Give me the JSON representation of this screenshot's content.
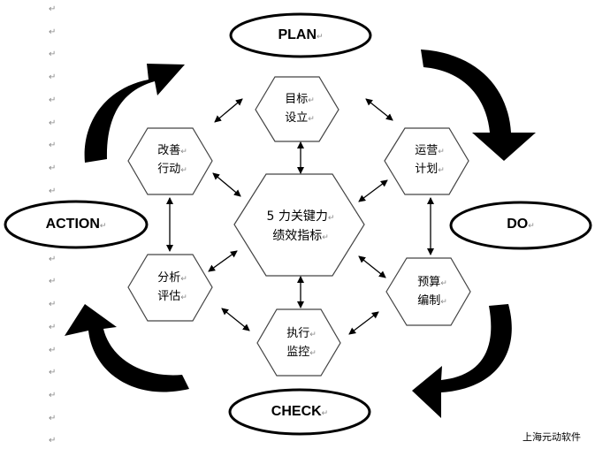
{
  "diagram": {
    "title": "PDCA performance management cycle",
    "paragraph_mark": "↵",
    "cycle_stages": [
      {
        "id": "plan",
        "label": "PLAN"
      },
      {
        "id": "do",
        "label": "DO"
      },
      {
        "id": "check",
        "label": "CHECK"
      },
      {
        "id": "action",
        "label": "ACTION"
      }
    ],
    "center_node": {
      "line1": "5 力关键力",
      "line2": "绩效指标"
    },
    "nodes": [
      {
        "id": "goal-setting",
        "line1": "目标",
        "line2": "设立"
      },
      {
        "id": "operations-plan",
        "line1": "运营",
        "line2": "计划"
      },
      {
        "id": "budgeting",
        "line1": "预算",
        "line2": "编制"
      },
      {
        "id": "execution-monitoring",
        "line1": "执行",
        "line2": "监控"
      },
      {
        "id": "analysis-evaluation",
        "line1": "分析",
        "line2": "评估"
      },
      {
        "id": "improvement-action",
        "line1": "改善",
        "line2": "行动"
      }
    ],
    "connections": [
      {
        "from": "goal-setting",
        "to": "center",
        "type": "bidirectional"
      },
      {
        "from": "operations-plan",
        "to": "center",
        "type": "bidirectional"
      },
      {
        "from": "budgeting",
        "to": "center",
        "type": "bidirectional"
      },
      {
        "from": "execution-monitoring",
        "to": "center",
        "type": "bidirectional"
      },
      {
        "from": "analysis-evaluation",
        "to": "center",
        "type": "bidirectional"
      },
      {
        "from": "improvement-action",
        "to": "center",
        "type": "bidirectional"
      },
      {
        "from": "goal-setting",
        "to": "operations-plan",
        "type": "bidirectional"
      },
      {
        "from": "operations-plan",
        "to": "budgeting",
        "type": "bidirectional"
      },
      {
        "from": "budgeting",
        "to": "execution-monitoring",
        "type": "bidirectional"
      },
      {
        "from": "execution-monitoring",
        "to": "analysis-evaluation",
        "type": "bidirectional"
      },
      {
        "from": "analysis-evaluation",
        "to": "improvement-action",
        "type": "bidirectional"
      },
      {
        "from": "improvement-action",
        "to": "goal-setting",
        "type": "bidirectional"
      }
    ],
    "cycle_direction": "clockwise",
    "footer": "上海元动软件"
  }
}
